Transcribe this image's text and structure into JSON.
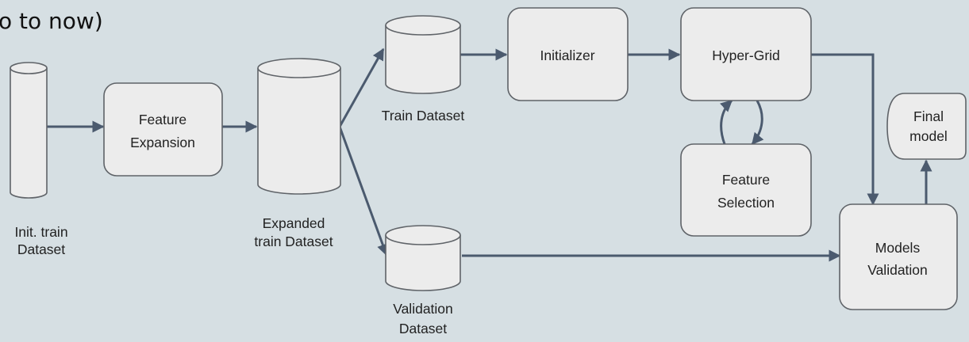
{
  "title_fragment": "o to now)",
  "nodes": {
    "init_train_dataset": [
      "Init. train",
      "Dataset"
    ],
    "feature_expansion": [
      "Feature",
      "Expansion"
    ],
    "expanded_train_dataset": [
      "Expanded",
      "train Dataset"
    ],
    "train_dataset": [
      "Train Dataset"
    ],
    "validation_dataset": [
      "Validation",
      "Dataset"
    ],
    "initializer": [
      "Initializer"
    ],
    "hyper_grid": [
      "Hyper-Grid"
    ],
    "feature_selection": [
      "Feature",
      "Selection"
    ],
    "models_validation": [
      "Models",
      "Validation"
    ],
    "final_model": [
      "Final",
      "model"
    ]
  },
  "colors": {
    "background": "#d6dfe3",
    "node_fill": "#ececec",
    "node_stroke": "#5f6368",
    "edge": "#4b5a6e"
  }
}
